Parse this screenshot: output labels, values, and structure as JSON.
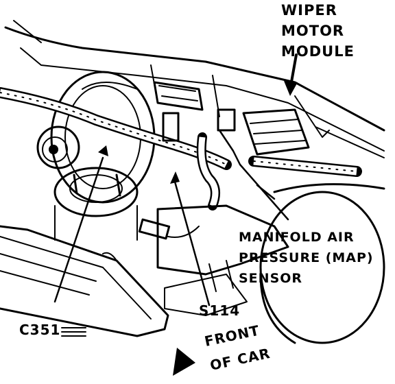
{
  "labels": {
    "wiper_line1": "WIPER",
    "wiper_line2": "MOTOR",
    "wiper_line3": "MODULE",
    "map_line1": "MANIFOLD AIR",
    "map_line2": "PRESSURE (MAP)",
    "map_line3": "SENSOR",
    "s114": "S114",
    "c351": "C351",
    "front_line1": "FRONT",
    "front_line2": "OF CAR"
  }
}
